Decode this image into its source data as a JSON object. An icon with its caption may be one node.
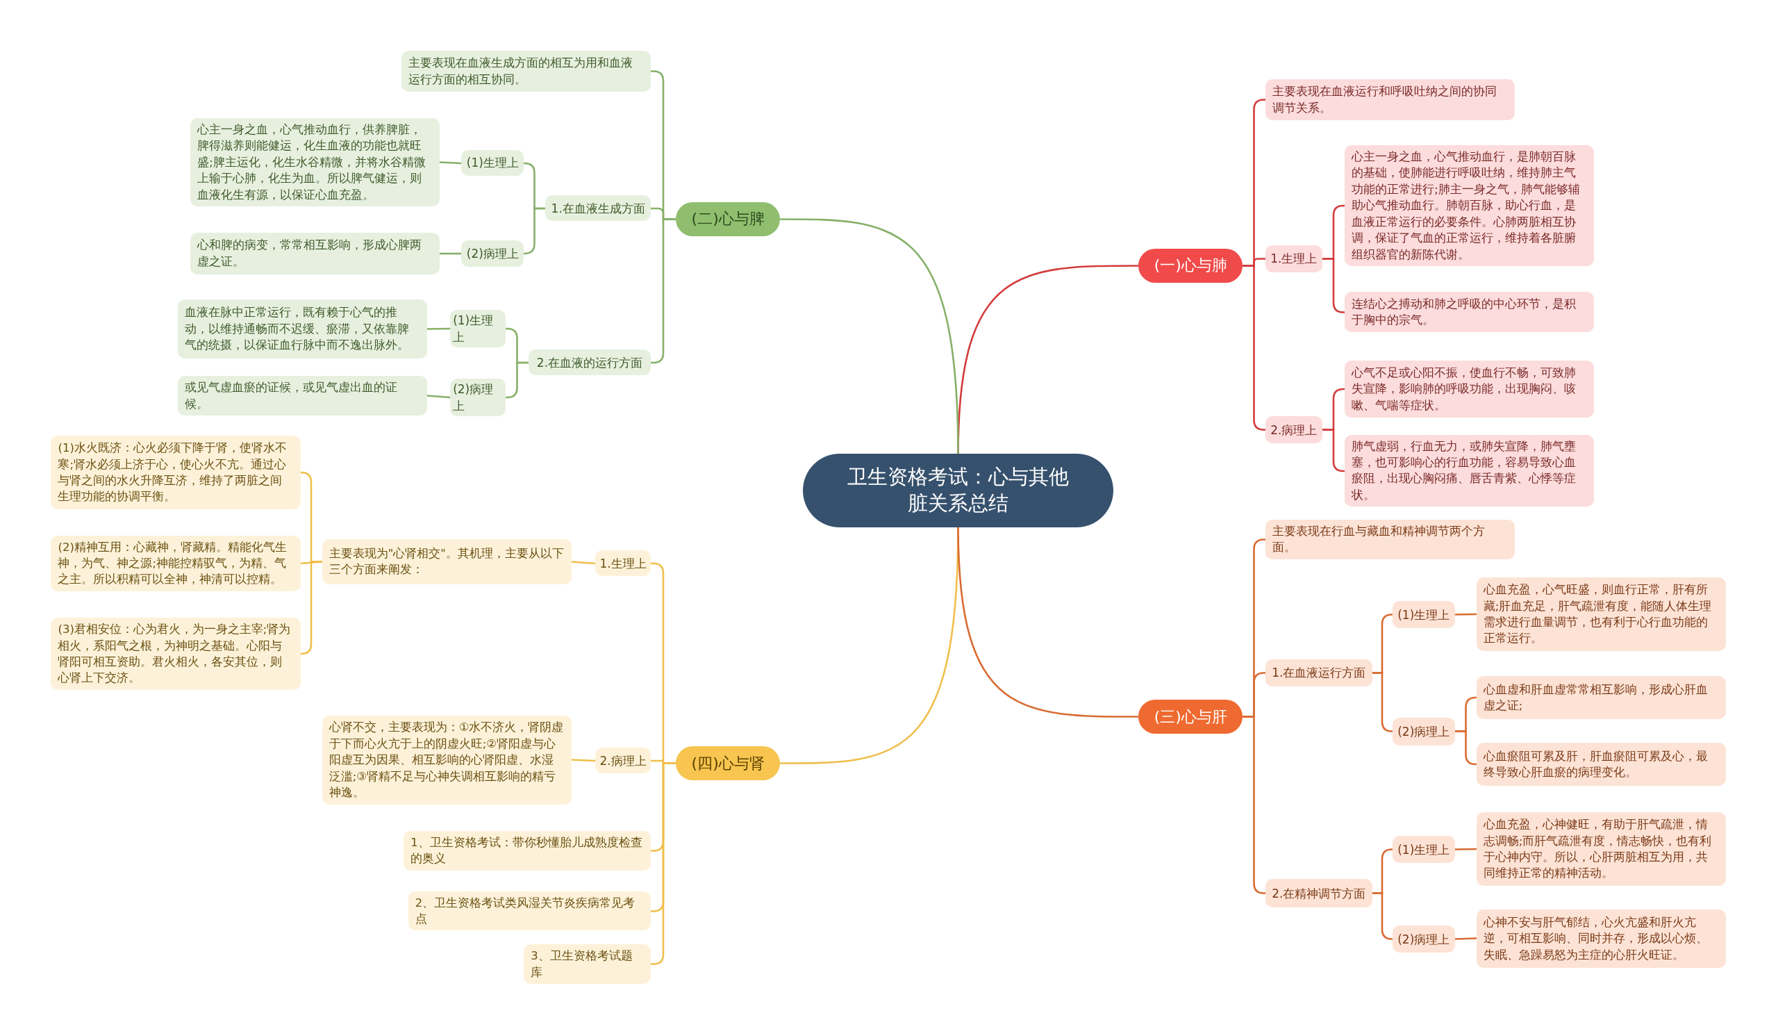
{
  "diagram": {
    "nodes": [
      {
        "text": [
          "卫生资格考试：心与其他脏关系总结"
        ]
      },
      {
        "text": [
          "(一)心与肺"
        ]
      },
      {
        "text": [
          "主要表现在血液运行和呼吸吐纳之间的协同调节关系。"
        ]
      },
      {
        "text": [
          "1.生理上"
        ]
      },
      {
        "text": [
          "心主一身之血，心气推动血行，是肺朝百脉的基础，使肺能进行呼吸吐纳，维持肺主气功能的正常进行;肺主一身之气，肺气能够辅助心气推动血行。肺朝百脉，助心行血，是血液正常运行的必要条件。心肺两脏相互协调，保证了气血的正常运行，维持着各脏腑组织器官的新陈代谢。"
        ]
      },
      {
        "text": [
          "连结心之搏动和肺之呼吸的中心环节，是积于胸中的宗气。"
        ]
      },
      {
        "text": [
          "2.病理上"
        ]
      },
      {
        "text": [
          "心气不足或心阳不振，使血行不畅，可致肺失宣降，影响肺的呼吸功能，出现胸闷、咳嗽、气喘等症状。"
        ]
      },
      {
        "text": [
          "肺气虚弱，行血无力，或肺失宣降，肺气壅塞，也可影响心的行血功能，容易导致心血瘀阻，出现心胸闷痛、唇舌青紫、心悸等症状。"
        ]
      },
      {
        "text": [
          "(二)心与脾"
        ]
      },
      {
        "text": [
          "主要表现在血液生成方面的相互为用和血液运行方面的相互协同。"
        ]
      },
      {
        "text": [
          "1.在血液生成方面"
        ]
      },
      {
        "text": [
          "(1)生理上"
        ]
      },
      {
        "text": [
          "心主一身之血，心气推动血行，供养脾脏，脾得滋养则能健运，化生血液的功能也就旺盛;脾主运化，化生水谷精微，并将水谷精微上输于心肺，化生为血。所以脾气健运，则血液化生有源，以保证心血充盈。"
        ]
      },
      {
        "text": [
          "(2)病理上"
        ]
      },
      {
        "text": [
          "心和脾的病变，常常相互影响，形成心脾两虚之证。"
        ]
      },
      {
        "text": [
          "2.在血液的运行方面"
        ]
      },
      {
        "text": [
          "(1)生理上"
        ]
      },
      {
        "text": [
          "血液在脉中正常运行，既有赖于心气的推动，以维持通畅而不迟缓、瘀滞，又依靠脾气的统摄，以保证血行脉中而不逸出脉外。"
        ]
      },
      {
        "text": [
          "(2)病理上"
        ]
      },
      {
        "text": [
          "或见气虚血瘀的证候，或见气虚出血的证候。"
        ]
      },
      {
        "text": [
          "(四)心与肾"
        ]
      },
      {
        "text": [
          "1.生理上"
        ]
      },
      {
        "text": [
          "主要表现为\"心肾相交\"。其机理，主要从以下三个方面来阐发："
        ]
      },
      {
        "text": [
          "(1)水火既济：心火必须下降于肾，使肾水不寒;肾水必须上济于心，使心火不亢。通过心与肾之间的水火升降互济，维持了两脏之间生理功能的协调平衡。"
        ]
      },
      {
        "text": [
          "(2)精神互用：心藏神，肾藏精。精能化气生神，为气、神之源;神能控精驭气，为精、气之主。所以积精可以全神，神清可以控精。"
        ]
      },
      {
        "text": [
          "(3)君相安位：心为君火，为一身之主宰;肾为相火，系阳气之根，为神明之基础。心阳与肾阳可相互资助。君火相火，各安其位，则心肾上下交济。"
        ]
      },
      {
        "text": [
          "2.病理上"
        ]
      },
      {
        "text": [
          "心肾不交，主要表现为：①水不济火，肾阴虚于下而心火亢于上的阴虚火旺;②肾阳虚与心阳虚互为因果、相互影响的心肾阳虚、水湿泛滥;③肾精不足与心神失调相互影响的精亏神逸。"
        ]
      },
      {
        "text": [
          "1、卫生资格考试：带你秒懂胎儿成熟度检查的奥义"
        ]
      },
      {
        "text": [
          "2、卫生资格考试类风湿关节炎疾病常见考点"
        ]
      },
      {
        "text": [
          "3、卫生资格考试题库"
        ]
      },
      {
        "text": [
          "(三)心与肝"
        ]
      },
      {
        "text": [
          "主要表现在行血与藏血和精神调节两个方面。"
        ]
      },
      {
        "text": [
          "1.在血液运行方面"
        ]
      },
      {
        "text": [
          "(1)生理上"
        ]
      },
      {
        "text": [
          "心血充盈，心气旺盛，则血行正常，肝有所藏;肝血充足，肝气疏泄有度，能随人体生理需求进行血量调节，也有利于心行血功能的正常运行。"
        ]
      },
      {
        "text": [
          "(2)病理上"
        ]
      },
      {
        "text": [
          "心血虚和肝血虚常常相互影响，形成心肝血虚之证;"
        ]
      },
      {
        "text": [
          "心血瘀阻可累及肝，肝血瘀阻可累及心，最终导致心肝血瘀的病理变化。"
        ]
      },
      {
        "text": [
          "2.在精神调节方面"
        ]
      },
      {
        "text": [
          "(1)生理上"
        ]
      },
      {
        "text": [
          "心血充盈，心神健旺，有助于肝气疏泄，情志调畅;而肝气疏泄有度，情志畅快，也有利于心神内守。所以，心肝两脏相互为用，共同维持正常的精神活动。"
        ]
      },
      {
        "text": [
          "(2)病理上"
        ]
      },
      {
        "text": [
          "心神不安与肝气郁结，心火亢盛和肝火亢逆，可相互影响、同时并存，形成以心烦、失眠、急躁易怒为主症的心肝火旺证。"
        ]
      }
    ],
    "edges": [
      {
        "from": 0,
        "to": 1,
        "arrow": "none",
        "color": "#d43c3c"
      },
      {
        "from": 1,
        "to": 2,
        "arrow": "none",
        "color": "#d43c3c"
      },
      {
        "from": 1,
        "to": 3,
        "arrow": "none",
        "color": "#d43c3c"
      },
      {
        "from": 3,
        "to": 4,
        "arrow": "none",
        "color": "#d43c3c"
      },
      {
        "from": 3,
        "to": 5,
        "arrow": "none",
        "color": "#d43c3c"
      },
      {
        "from": 1,
        "to": 6,
        "arrow": "none",
        "color": "#d43c3c"
      },
      {
        "from": 6,
        "to": 7,
        "arrow": "none",
        "color": "#d43c3c"
      },
      {
        "from": 6,
        "to": 8,
        "arrow": "none",
        "color": "#d43c3c"
      },
      {
        "from": 0,
        "to": 9,
        "arrow": "none",
        "color": "#86b068"
      },
      {
        "from": 9,
        "to": 10,
        "arrow": "none",
        "color": "#86b068"
      },
      {
        "from": 9,
        "to": 11,
        "arrow": "none",
        "color": "#86b068"
      },
      {
        "from": 11,
        "to": 12,
        "arrow": "none",
        "color": "#86b068"
      },
      {
        "from": 12,
        "to": 13,
        "arrow": "none",
        "color": "#86b068"
      },
      {
        "from": 11,
        "to": 14,
        "arrow": "none",
        "color": "#86b068"
      },
      {
        "from": 14,
        "to": 15,
        "arrow": "none",
        "color": "#86b068"
      },
      {
        "from": 9,
        "to": 16,
        "arrow": "none",
        "color": "#86b068"
      },
      {
        "from": 16,
        "to": 17,
        "arrow": "none",
        "color": "#86b068"
      },
      {
        "from": 17,
        "to": 18,
        "arrow": "none",
        "color": "#86b068"
      },
      {
        "from": 16,
        "to": 19,
        "arrow": "none",
        "color": "#86b068"
      },
      {
        "from": 19,
        "to": 20,
        "arrow": "none",
        "color": "#86b068"
      },
      {
        "from": 0,
        "to": 21,
        "arrow": "none",
        "color": "#f0bf4c"
      },
      {
        "from": 21,
        "to": 22,
        "arrow": "none",
        "color": "#f0bf4c"
      },
      {
        "from": 22,
        "to": 23,
        "arrow": "none",
        "color": "#f0bf4c"
      },
      {
        "from": 23,
        "to": 24,
        "arrow": "none",
        "color": "#f0bf4c"
      },
      {
        "from": 23,
        "to": 25,
        "arrow": "none",
        "color": "#f0bf4c"
      },
      {
        "from": 23,
        "to": 26,
        "arrow": "none",
        "color": "#f0bf4c"
      },
      {
        "from": 21,
        "to": 27,
        "arrow": "none",
        "color": "#f0bf4c"
      },
      {
        "from": 27,
        "to": 28,
        "arrow": "none",
        "color": "#f0bf4c"
      },
      {
        "from": 21,
        "to": 29,
        "arrow": "none",
        "color": "#f0bf4c"
      },
      {
        "from": 21,
        "to": 30,
        "arrow": "none",
        "color": "#f0bf4c"
      },
      {
        "from": 21,
        "to": 31,
        "arrow": "none",
        "color": "#f0bf4c"
      },
      {
        "from": 0,
        "to": 32,
        "arrow": "none",
        "color": "#d96b32"
      },
      {
        "from": 32,
        "to": 33,
        "arrow": "none",
        "color": "#d96b32"
      },
      {
        "from": 32,
        "to": 34,
        "arrow": "none",
        "color": "#d96b32"
      },
      {
        "from": 34,
        "to": 35,
        "arrow": "none",
        "color": "#d96b32"
      },
      {
        "from": 35,
        "to": 36,
        "arrow": "none",
        "color": "#d96b32"
      },
      {
        "from": 34,
        "to": 37,
        "arrow": "none",
        "color": "#d96b32"
      },
      {
        "from": 37,
        "to": 38,
        "arrow": "none",
        "color": "#d96b32"
      },
      {
        "from": 37,
        "to": 39,
        "arrow": "none",
        "color": "#d96b32"
      },
      {
        "from": 32,
        "to": 40,
        "arrow": "none",
        "color": "#d96b32"
      },
      {
        "from": 40,
        "to": 41,
        "arrow": "none",
        "color": "#d96b32"
      },
      {
        "from": 41,
        "to": 42,
        "arrow": "none",
        "color": "#d96b32"
      },
      {
        "from": 40,
        "to": 43,
        "arrow": "none",
        "color": "#d96b32"
      },
      {
        "from": 43,
        "to": 44,
        "arrow": "none",
        "color": "#d96b32"
      }
    ]
  }
}
